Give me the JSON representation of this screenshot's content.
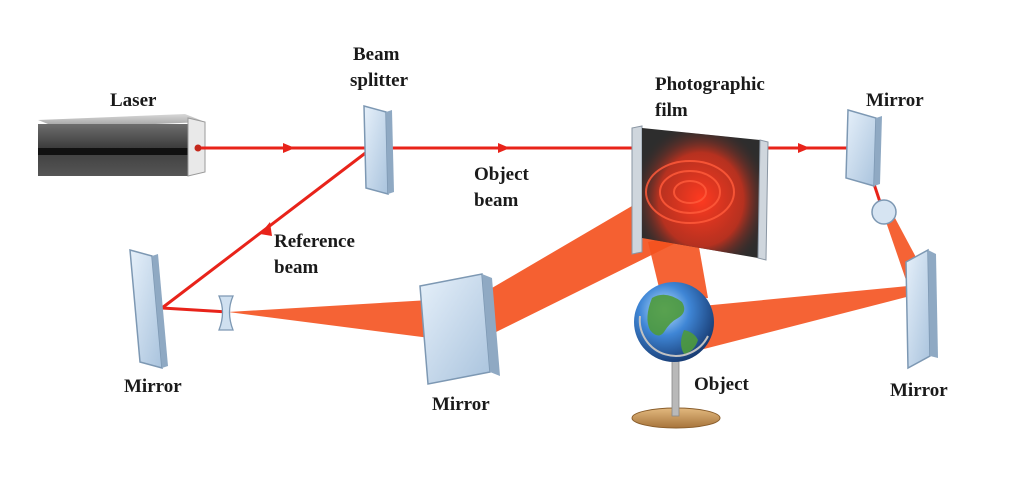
{
  "labels": {
    "laser": "Laser",
    "beam_splitter_1": "Beam",
    "beam_splitter_2": "splitter",
    "photographic_film_1": "Photographic",
    "photographic_film_2": "film",
    "mirror_top_right": "Mirror",
    "object_beam_1": "Object",
    "object_beam_2": "beam",
    "reference_beam_1": "Reference",
    "reference_beam_2": "beam",
    "mirror_left": "Mirror",
    "mirror_center": "Mirror",
    "object": "Object",
    "mirror_bottom_right": "Mirror"
  },
  "colors": {
    "laser_beam": "#e8231a",
    "spread_beam": "#f4521f",
    "mirror_face": "#c9dcef",
    "mirror_edge": "#7d98b3",
    "laser_body": "#4b4b4b",
    "film": "#3a3a3a",
    "stand_base": "#c99a5e"
  }
}
